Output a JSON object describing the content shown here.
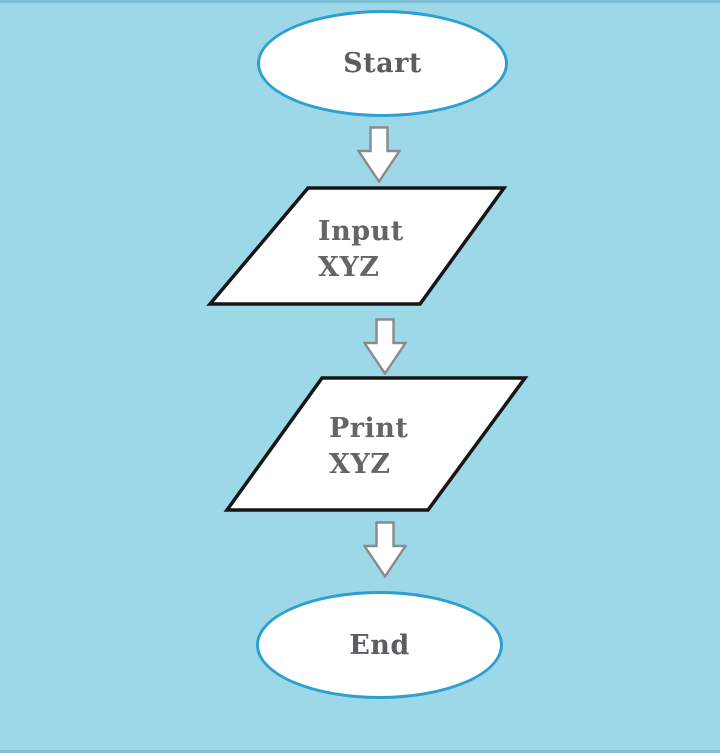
{
  "diagram": {
    "type": "flowchart",
    "background_color": "#9dd8e9",
    "colors": {
      "terminator_border": "#2d9fd0",
      "io_border": "#161616",
      "shape_fill": "#ffffff",
      "arrow_fill": "#ffffff",
      "arrow_outline": "#8a8a8a",
      "label_text": "#5c5d60"
    },
    "nodes": {
      "start": {
        "shape": "ellipse",
        "label": "Start"
      },
      "input": {
        "shape": "parallelogram",
        "line1": "Input",
        "line2": "XYZ"
      },
      "print": {
        "shape": "parallelogram",
        "line1": "Print",
        "line2": "XYZ"
      },
      "end": {
        "shape": "ellipse",
        "label": "End"
      }
    },
    "arrows": {
      "count": 3,
      "direction": "down"
    }
  }
}
